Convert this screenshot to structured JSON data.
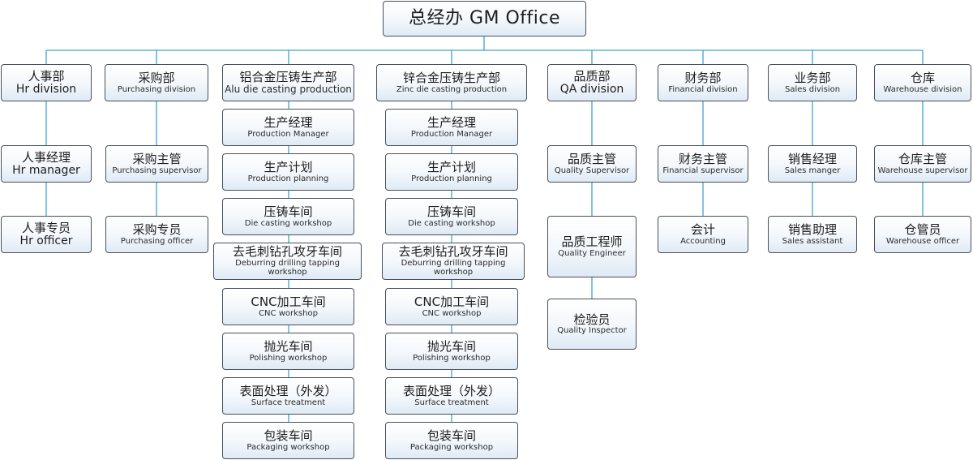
{
  "chart": {
    "root": {
      "zh": "总经办  GM Office"
    },
    "departments": [
      {
        "key": "hr",
        "zh": "人事部",
        "en": "Hr division",
        "big": true,
        "children": [
          {
            "zh": "人事经理",
            "en": "Hr manager",
            "big": true
          },
          {
            "zh": "人事专员",
            "en": "Hr officer",
            "big": true
          }
        ]
      },
      {
        "key": "purchasing",
        "zh": "采购部",
        "en": "Purchasing division",
        "children": [
          {
            "zh": "采购主管",
            "en": "Purchasing supervisor"
          },
          {
            "zh": "采购专员",
            "en": "Purchasing officer"
          }
        ]
      },
      {
        "key": "alu",
        "zh": "铝合金压铸生产部",
        "en": "Alu die casting production",
        "mid": true,
        "children": [
          {
            "zh": "生产经理",
            "en": "Production Manager"
          },
          {
            "zh": "生产计划",
            "en": "Production planning"
          },
          {
            "zh": "压铸车间",
            "en": "Die casting workshop"
          },
          {
            "zh": "去毛刺钻孔攻牙车间",
            "en": "Deburring drilling tapping workshop"
          },
          {
            "zh": "CNC加工车间",
            "en": "CNC workshop"
          },
          {
            "zh": "抛光车间",
            "en": "Polishing workshop"
          },
          {
            "zh": "表面处理（外发）",
            "en": "Surface treatment"
          },
          {
            "zh": "包装车间",
            "en": "Packaging workshop"
          }
        ]
      },
      {
        "key": "zinc",
        "zh": "锌合金压铸生产部",
        "en": "Zinc die casting production",
        "children": [
          {
            "zh": "生产经理",
            "en": "Production Manager"
          },
          {
            "zh": "生产计划",
            "en": "Production planning"
          },
          {
            "zh": "压铸车间",
            "en": "Die casting workshop"
          },
          {
            "zh": "去毛刺钻孔攻牙车间",
            "en": "Deburring drilling tapping workshop"
          },
          {
            "zh": "CNC加工车间",
            "en": "CNC workshop"
          },
          {
            "zh": "抛光车间",
            "en": "Polishing workshop"
          },
          {
            "zh": "表面处理（外发）",
            "en": "Surface treatment"
          },
          {
            "zh": "包装车间",
            "en": "Packaging workshop"
          }
        ]
      },
      {
        "key": "qa",
        "zh": "品质部",
        "en": "QA division",
        "big": true,
        "children": [
          {
            "zh": "品质主管",
            "en": "Quality Supervisor"
          },
          {
            "zh": "品质工程师",
            "en": "Quality Engineer"
          },
          {
            "zh": "检验员",
            "en": "Quality Inspector"
          }
        ]
      },
      {
        "key": "finance",
        "zh": "财务部",
        "en": "Financial division",
        "children": [
          {
            "zh": "财务主管",
            "en": "Financial supervisor"
          },
          {
            "zh": "会计",
            "en": "Accounting"
          }
        ]
      },
      {
        "key": "sales",
        "zh": "业务部",
        "en": "Sales division",
        "children": [
          {
            "zh": "销售经理",
            "en": "Sales manger"
          },
          {
            "zh": "销售助理",
            "en": "Sales assistant"
          }
        ]
      },
      {
        "key": "warehouse",
        "zh": "仓库",
        "en": "Warehouse  division",
        "children": [
          {
            "zh": "仓库主管",
            "en": "Warehouse supervisor"
          },
          {
            "zh": "仓管员",
            "en": "Warehouse officer"
          }
        ]
      }
    ]
  },
  "colors": {
    "line": "#3fa2d4",
    "border": "#47505c",
    "text": "#1d1d1d"
  }
}
